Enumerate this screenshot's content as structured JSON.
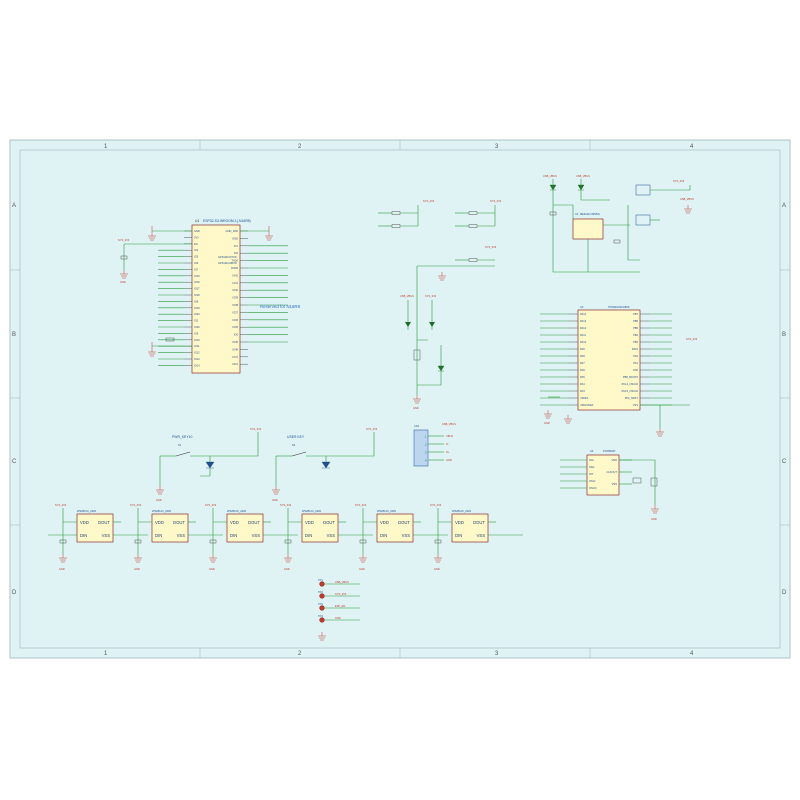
{
  "frame": {
    "columns": [
      "1",
      "2",
      "3",
      "4"
    ],
    "rows": [
      "A",
      "B",
      "C",
      "D"
    ],
    "background": "#dff3f4",
    "border_color": "#9ab3b8"
  },
  "colors": {
    "wire": "#2a9a3a",
    "net_label": "#c0392b",
    "text": "#1f4d8f",
    "chip_fill": "#fff8c8",
    "chip_border": "#8a2a2a",
    "note": "#2f6fd0"
  },
  "mcu": {
    "ref": "U1",
    "part": "ESP32-S3-WROOM-1(-N16R8)",
    "left_pins": [
      "GND",
      "3V3",
      "EN",
      "IO4",
      "IO5",
      "IO6",
      "IO7",
      "IO15",
      "IO16",
      "IO17",
      "IO18",
      "IO8",
      "IO19",
      "IO20",
      "IO3",
      "IO46",
      "IO9",
      "IO10",
      "IO11",
      "IO12",
      "IO13",
      "IO14"
    ],
    "right_pins": [
      "GND_PAD",
      "GND",
      "IO1",
      "IO2",
      "TXD0",
      "RXD0",
      "IO42",
      "IO41",
      "IO40",
      "IO39",
      "IO38",
      "IO37",
      "IO36",
      "IO35",
      "IO0",
      "IO45",
      "IO48",
      "IO47",
      "IO21"
    ],
    "inner_labels": [
      "GPIO43/U0TXD",
      "GPIO44/U0RXD"
    ],
    "note": "Reserved for N16R8"
  },
  "usb_bridge": {
    "ref": "U3",
    "part": "STM32G031G8U6",
    "left_pins": [
      "PA14",
      "PA13",
      "PA12",
      "PA11",
      "PA10",
      "PA9",
      "PA8",
      "PA7",
      "PA6",
      "PA5",
      "PA4",
      "PA3",
      "VDDIO",
      "VDD/VDDA"
    ],
    "right_pins": [
      "PB7",
      "PB6",
      "PB5",
      "PB4",
      "PB3",
      "PA15",
      "PA2",
      "PA1",
      "PA0",
      "PB8_BOOT0",
      "PC14_OSC32",
      "PC15_OSC32",
      "PF2_NRST",
      "VSS"
    ]
  },
  "rtc": {
    "ref": "U4",
    "part": "PCF8563T",
    "left_pins": [
      "SCL",
      "SDA",
      "INT",
      "OSCI",
      "OSCO"
    ],
    "right_pins": [
      "VDD",
      "CLKOUT",
      "VSS"
    ]
  },
  "regulator": {
    "ref": "U2",
    "part": "ME6211C33M5G"
  },
  "buttons": [
    {
      "label": "PWR_KEY10",
      "ref": "S1"
    },
    {
      "label": "USER KEY",
      "ref": "S2"
    }
  ],
  "connector": {
    "ref": "CN1",
    "pins": [
      "1",
      "2",
      "3",
      "4"
    ],
    "signals": [
      "VBUS",
      "D-",
      "D+",
      "GND"
    ]
  },
  "led_chain": {
    "part": "WS2812C_2020",
    "count": 6,
    "pins_left": [
      "VDD",
      "DIN"
    ],
    "pins_right": [
      "DOUT",
      "VSS"
    ]
  },
  "test_points": [
    {
      "ref": "TP1",
      "net": "USB_VBUS"
    },
    {
      "ref": "TP2",
      "net": "SYS_3V3"
    },
    {
      "ref": "TP3",
      "net": "ESP_EN"
    },
    {
      "ref": "TP4",
      "net": "GND"
    }
  ],
  "nets": {
    "gnd": "GND",
    "v33": "SYS_3V3",
    "vbus": "USB_VBUS"
  }
}
